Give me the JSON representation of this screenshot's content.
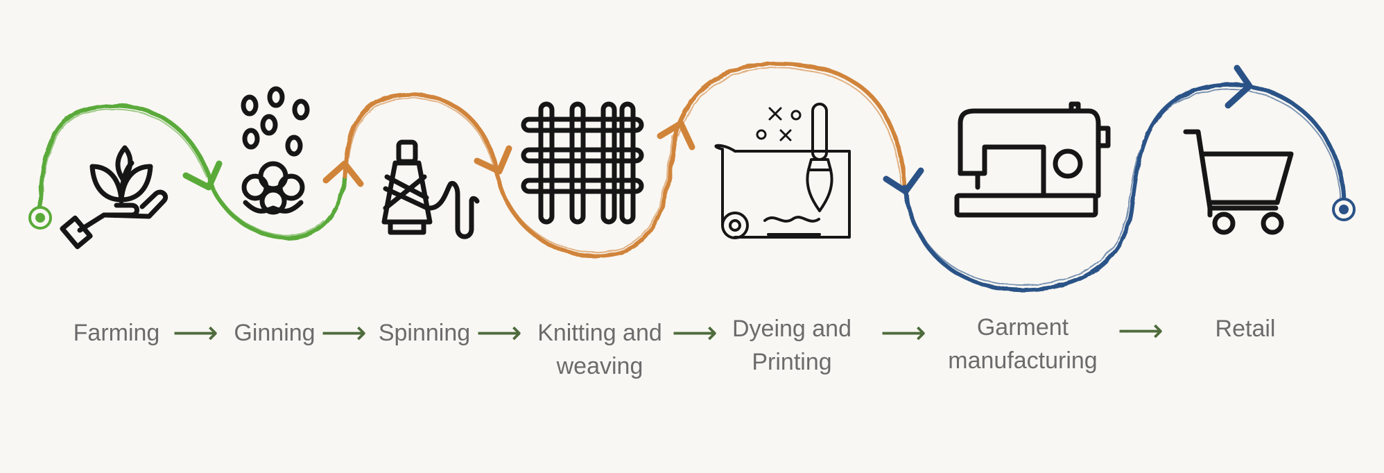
{
  "colors": {
    "green": "#5aaa3a",
    "orange": "#d0843a",
    "blue": "#2a5287",
    "icon": "#161616",
    "label": "#6b6b6b",
    "arrow": "#4e6b3c",
    "background": "#f9f7f3"
  },
  "stages": [
    {
      "id": "farming",
      "label": "Farming",
      "icon": "plant-in-hand-icon"
    },
    {
      "id": "ginning",
      "label": "Ginning",
      "icon": "cotton-boll-icon"
    },
    {
      "id": "spinning",
      "label": "Spinning",
      "icon": "thread-cone-icon"
    },
    {
      "id": "knitting",
      "label_lines": [
        "Knitting and",
        "weaving"
      ],
      "icon": "woven-mesh-icon"
    },
    {
      "id": "dyeing",
      "label_lines": [
        "Dyeing and",
        "Printing"
      ],
      "icon": "fabric-print-brush-icon"
    },
    {
      "id": "garment",
      "label_lines": [
        "Garment",
        "manufacturing"
      ],
      "icon": "sewing-machine-icon"
    },
    {
      "id": "retail",
      "label": "Retail",
      "icon": "shopping-cart-icon"
    }
  ],
  "flow_arrow_glyph": "⟶"
}
